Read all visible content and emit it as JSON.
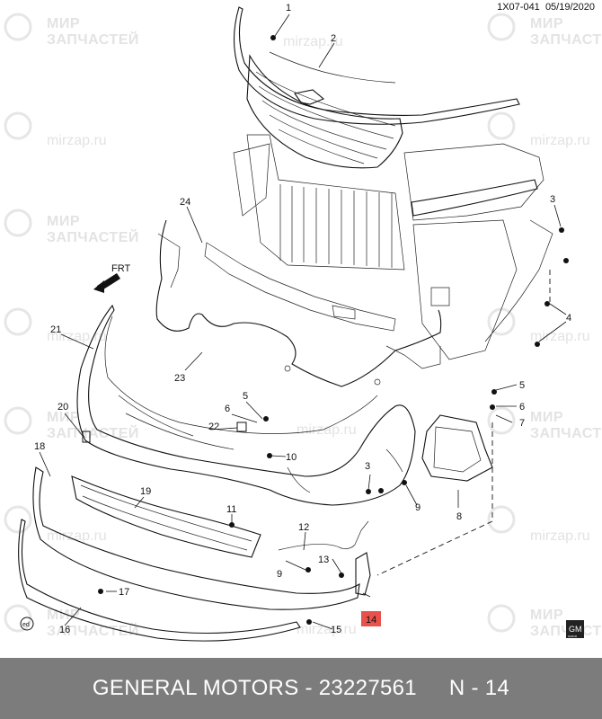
{
  "header": {
    "code": "1X07-041",
    "date": "05/19/2020"
  },
  "watermark": {
    "line1": "МИР",
    "line2": "ЗАПЧАСТЕЙ",
    "url": "mirzap.ru"
  },
  "diagram": {
    "direction_label": "FRT",
    "callouts": [
      "1",
      "2",
      "3",
      "3",
      "4",
      "4",
      "5",
      "5",
      "6",
      "6",
      "7",
      "8",
      "9",
      "9",
      "10",
      "11",
      "12",
      "13",
      "14",
      "15",
      "16",
      "17",
      "18",
      "19",
      "20",
      "21",
      "22",
      "23",
      "24"
    ],
    "highlighted_callout": "14",
    "highlight_color": "#e8524a",
    "brand_badge": "GM",
    "brand_badge_sub": "GMICR",
    "corner_mark": "ed"
  },
  "footer": {
    "title": "GENERAL MOTORS - 23227561",
    "page": "N - 14"
  }
}
